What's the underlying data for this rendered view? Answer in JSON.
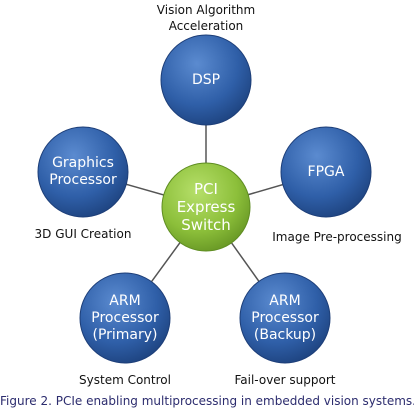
{
  "diagram": {
    "hub": {
      "label": "PCI\nExpress\nSwitch"
    },
    "nodes": [
      {
        "id": "dsp",
        "label": "DSP",
        "annotation": "Vision Algorithm\nAcceleration"
      },
      {
        "id": "fpga",
        "label": "FPGA",
        "annotation": "Image Pre-processing"
      },
      {
        "id": "graphics",
        "label": "Graphics\nProcessor",
        "annotation": "3D GUI Creation"
      },
      {
        "id": "arm-primary",
        "label": "ARM\nProcessor\n(Primary)",
        "annotation": "System Control"
      },
      {
        "id": "arm-backup",
        "label": "ARM\nProcessor\n(Backup)",
        "annotation": "Fail-over support"
      }
    ],
    "caption": "Figure 2.  PCIe enabling multiprocessing in embedded vision systems.",
    "colors": {
      "node": "#2f5fa8",
      "node_edge": "#1d3e78",
      "hub": "#8cbf3a",
      "hub_edge": "#5f8d22",
      "spoke": "#555555",
      "caption": "#2c2c6e"
    }
  }
}
